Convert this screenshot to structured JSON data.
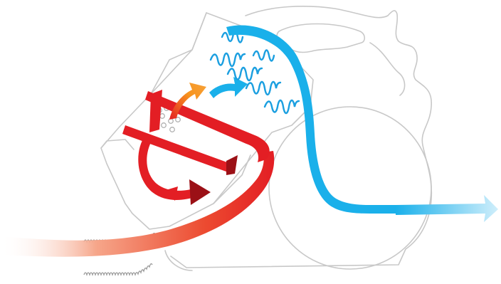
{
  "figure": {
    "subject": "cyclonic-vacuum-airflow",
    "colors": {
      "body_outline": "#c8c8c8",
      "dirty_air_red": "#e31e24",
      "dark_red_shading": "#9b1016",
      "transition_orange": "#f7941d",
      "clean_air_blue": "#1ab0ea",
      "cord_grey": "#9a9a9a"
    },
    "icons": [
      "vacuum-body-outline",
      "large-wheel",
      "cyclone-spirals",
      "red-airflow-arrows",
      "orange-airflow-arrow",
      "blue-airflow-arrow",
      "exhaust-arrow",
      "power-cord"
    ]
  }
}
